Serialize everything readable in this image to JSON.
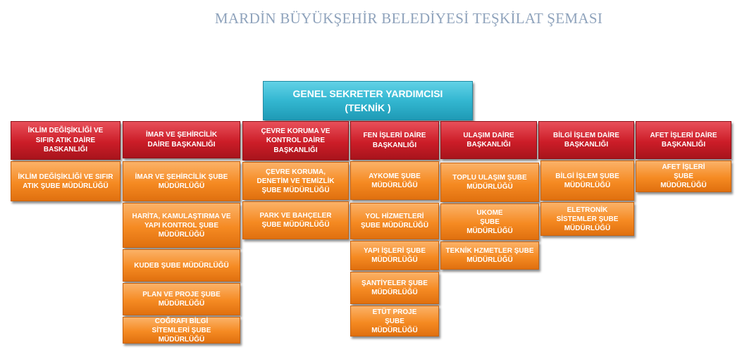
{
  "title": "MARDİN BÜYÜKŞEHİR BELEDİYESİ TEŞKİLAT ŞEMASI",
  "root": {
    "line1": "GENEL SEKRETER YARDIMCISI",
    "line2": "(TEKNİK )"
  },
  "departments": [
    {
      "name": "İKLİM DEĞİŞİKLİĞİ VE SIFIR ATIK DAİRE BASKANLIĞI",
      "units": [
        "İKLİM DEĞİŞİKLİĞİ VE SIFIR ATIK ŞUBE MÜDÜRLÜĞÜ"
      ]
    },
    {
      "name": "İMAR VE ŞEHİRCİLİK DAİRE BAŞKANLIĞI",
      "units": [
        "İMAR VE ŞEHİRCİLİK ŞUBE MÜDÜRLÜĞÜ",
        "HARİTA, KAMULAŞTIRMA VE YAPI KONTROL ŞUBE MÜDÜRLÜĞÜ",
        "KUDEB ŞUBE MÜDÜRLÜĞÜ",
        "PLAN VE PROJE ŞUBE MÜDÜRLÜĞÜ",
        "COĞRAFI BİLGİ SİTEMLERİ ŞUBE MÜDÜRLÜĞÜ"
      ]
    },
    {
      "name": "ÇEVRE KORUMA VE KONTROL DAİRE BAŞKANLIĞI",
      "units": [
        "ÇEVRE KORUMA, DENETİM VE TEMİZLİK ŞUBE MÜDÜRLÜĞÜ",
        "PARK VE BAHÇELER ŞUBE MÜDÜRLÜĞÜ"
      ]
    },
    {
      "name": "FEN İŞLERİ DAİRE BAŞKANLIĞI",
      "units": [
        "AYKOME ŞUBE MÜDÜRLÜĞÜ",
        "YOL HİZMETLERİ ŞUBE MÜDÜRLÜĞÜ",
        "YAPI İŞLERİ ŞUBE MÜDÜRLÜĞÜ",
        "ŞANTİYELER ŞUBE MÜDÜRLÜĞÜ",
        "ETÜT PROJE ŞUBE MÜDÜRLÜĞÜ"
      ]
    },
    {
      "name": "ULAŞIM DAİRE BAŞKANLIĞI",
      "units": [
        "TOPLU ULAŞIM ŞUBE MÜDÜRLÜĞÜ",
        "UKOME ŞUBE MÜDÜRLÜĞÜ",
        "TEKNİK HZMETLER ŞUBE MÜDÜRLÜĞÜ"
      ]
    },
    {
      "name": "BİLGİ İŞLEM DAİRE BAŞKANLIĞI",
      "units": [
        "BİLGİ İŞLEM ŞUBE MÜDÜRLÜĞÜ",
        "ELETRONİK SİSTEMLER ŞUBE MÜDÜRLÜĞÜ"
      ]
    },
    {
      "name": "AFET İŞLERİ DAİRE BAŞKANLIĞI",
      "units": [
        "AFET İŞLERİ ŞUBE MÜDÜRLÜĞÜ"
      ]
    }
  ]
}
